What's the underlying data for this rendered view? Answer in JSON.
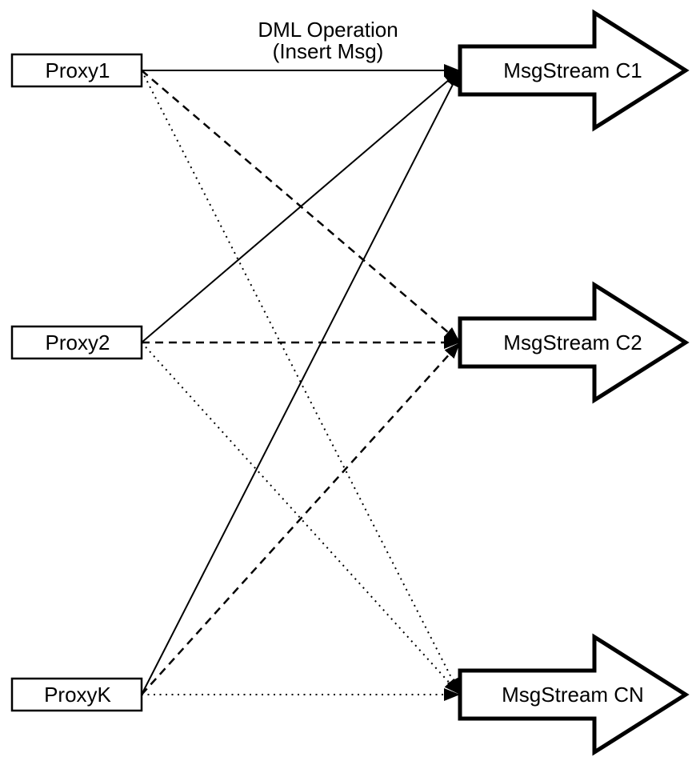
{
  "diagram": {
    "title_line1": "DML Operation",
    "title_line2": "(Insert Msg)",
    "colors": {
      "background": "#ffffff",
      "stroke": "#000000",
      "shape_fill": "#ffffff"
    },
    "proxies": [
      {
        "label": "Proxy1"
      },
      {
        "label": "Proxy2"
      },
      {
        "label": "ProxyK"
      }
    ],
    "streams": [
      {
        "label": "MsgStream C1"
      },
      {
        "label": "MsgStream C2"
      },
      {
        "label": "MsgStream CN"
      }
    ],
    "edges": [
      {
        "from": "Proxy1",
        "to": "MsgStream C1",
        "style": "solid",
        "arrowhead": true
      },
      {
        "from": "Proxy2",
        "to": "MsgStream C1",
        "style": "solid",
        "arrowhead": true
      },
      {
        "from": "ProxyK",
        "to": "MsgStream C1",
        "style": "solid",
        "arrowhead": true
      },
      {
        "from": "Proxy1",
        "to": "MsgStream C2",
        "style": "dashed",
        "arrowhead": true
      },
      {
        "from": "Proxy2",
        "to": "MsgStream C2",
        "style": "dashed",
        "arrowhead": true
      },
      {
        "from": "ProxyK",
        "to": "MsgStream C2",
        "style": "dashed",
        "arrowhead": true
      },
      {
        "from": "Proxy1",
        "to": "MsgStream CN",
        "style": "dotted",
        "arrowhead": true
      },
      {
        "from": "Proxy2",
        "to": "MsgStream CN",
        "style": "dotted",
        "arrowhead": true
      },
      {
        "from": "ProxyK",
        "to": "MsgStream CN",
        "style": "dotted",
        "arrowhead": true
      }
    ]
  }
}
